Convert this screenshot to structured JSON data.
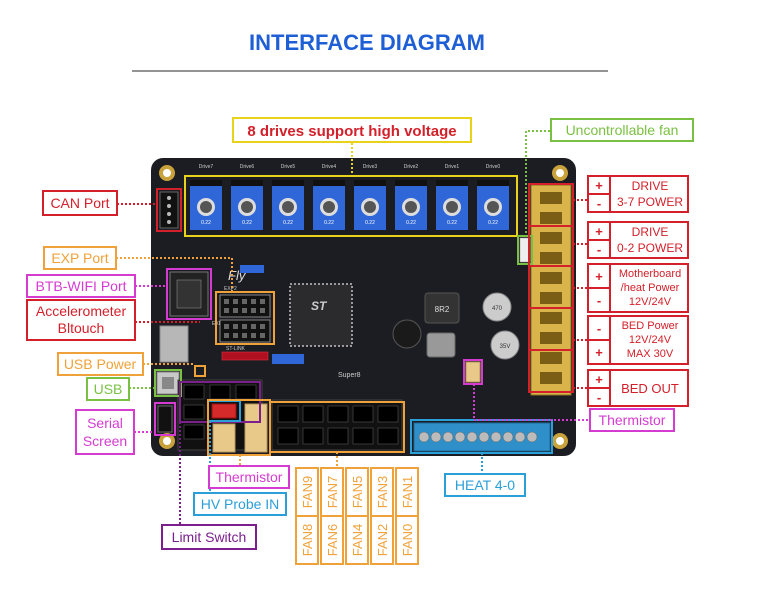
{
  "title": "INTERFACE DIAGRAM",
  "colors": {
    "title": "#1f5fd6",
    "red": "#d4202a",
    "yellow": "#e8d21a",
    "green": "#7ac143",
    "orange": "#f0a23a",
    "magenta": "#d63bd1",
    "purple": "#7a1f8c",
    "blue": "#2a9fd8",
    "board": "#1c1d22"
  },
  "labels": {
    "drives": "8 drives support high voltage",
    "fan_uncontrollable": "Uncontrollable fan",
    "can_port": "CAN Port",
    "exp_port": "EXP Port",
    "btb_wifi": "BTB-WIFI Port",
    "accel_line1": "Accelerometer",
    "accel_line2": "Bltouch",
    "usb_power": "USB Power",
    "usb": "USB",
    "serial_line1": "Serial",
    "serial_line2": "Screen",
    "thermistor_left": "Thermistor",
    "hv_probe": "HV Probe IN",
    "limit_switch": "Limit Switch",
    "heat": "HEAT 4-0",
    "thermistor_right": "Thermistor"
  },
  "fans_top": [
    "FAN9",
    "FAN7",
    "FAN5",
    "FAN3",
    "FAN1"
  ],
  "fans_bottom": [
    "FAN8",
    "FAN6",
    "FAN4",
    "FAN2",
    "FAN0"
  ],
  "power": [
    {
      "signs": [
        "+",
        "-"
      ],
      "lines": [
        "DRIVE",
        "3-7 POWER"
      ]
    },
    {
      "signs": [
        "+",
        "-"
      ],
      "lines": [
        "DRIVE",
        "0-2 POWER"
      ]
    },
    {
      "signs": [
        "+",
        "-"
      ],
      "lines": [
        "Motherboard",
        "/heat Power",
        "12V/24V"
      ]
    },
    {
      "signs": [
        "-",
        "+"
      ],
      "lines": [
        "BED Power",
        "12V/24V",
        "MAX 30V"
      ]
    },
    {
      "signs": [
        "+",
        "-"
      ],
      "lines": [
        "BED OUT"
      ]
    }
  ],
  "board_text": {
    "brand": "Fly",
    "model": "Super8",
    "drive_labels": [
      "Drive7",
      "Drive6",
      "Drive5",
      "Drive4",
      "Drive3",
      "Drive2",
      "Drive1",
      "Drive0"
    ],
    "exp2": "EXP2",
    "exp1": "EXP1",
    "st_link": "ST-LINK",
    "inductor": "8R2",
    "cap_value": "470",
    "cap_voltage": "35V",
    "chip_logo": "ST",
    "module_text": "0.22"
  }
}
